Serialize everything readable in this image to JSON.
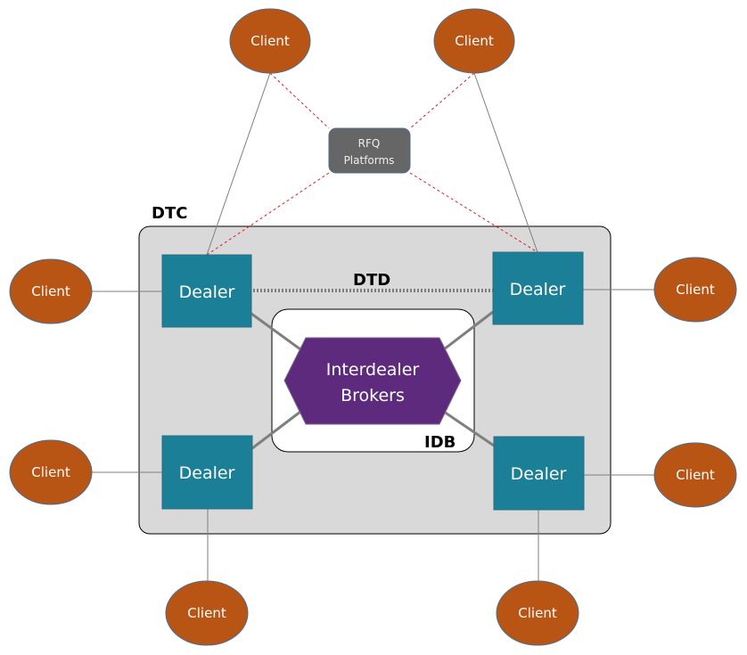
{
  "diagram": {
    "colors": {
      "client": "#b85514",
      "dealer": "#1a7f97",
      "idb_hexagon": "#5e2a7e",
      "rfq": "#666666",
      "dtc_region": "#d9d9d9",
      "rfq_links": "#e31b23"
    },
    "regions": {
      "dtc": "DTC",
      "dtd": "DTD",
      "idb": "IDB"
    },
    "rfq": {
      "line1": "RFQ",
      "line2": "Platforms"
    },
    "idb_node": {
      "line1": "Interdealer",
      "line2": "Brokers"
    },
    "dealers": [
      "Dealer",
      "Dealer",
      "Dealer",
      "Dealer"
    ],
    "clients": [
      "Client",
      "Client",
      "Client",
      "Client",
      "Client",
      "Client",
      "Client",
      "Client"
    ]
  }
}
